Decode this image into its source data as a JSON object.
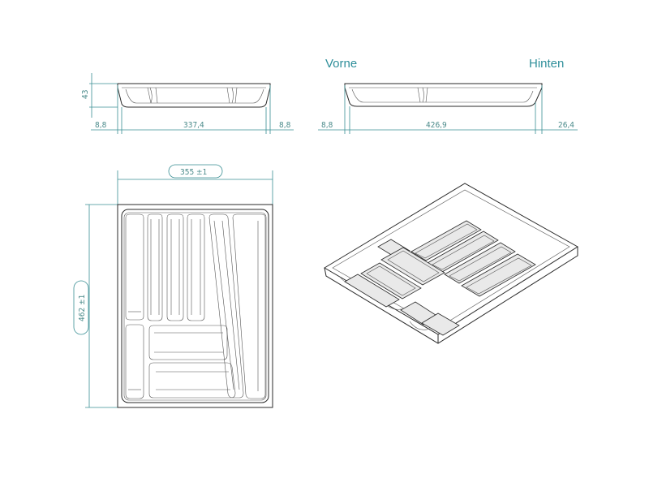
{
  "labels": {
    "front": "Vorne",
    "back": "Hinten"
  },
  "dimensions": {
    "side_height": "43",
    "side_left_margin": "8,8",
    "side_length": "337,4",
    "side_right_margin": "8,8",
    "front_left_margin": "8,8",
    "front_length": "426,9",
    "front_right_margin": "26,4",
    "width_total": "355 ±1",
    "depth_total": "462 ±1"
  },
  "colors": {
    "dimension": "#3a8f94",
    "outline": "#2a2a2a",
    "label": "#2f8f9a"
  }
}
